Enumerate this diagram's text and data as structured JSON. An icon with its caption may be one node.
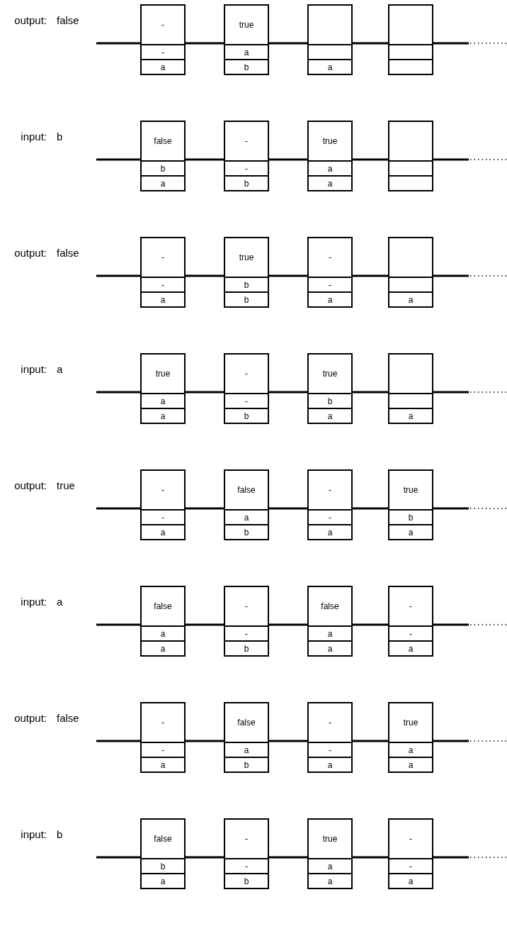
{
  "diagram": {
    "nodes": [
      {
        "text": [],
        "shape": "box"
      },
      {
        "text": [
          "-"
        ],
        "in": 0
      },
      {
        "text": [
          "-"
        ],
        "in": 0
      },
      {
        "text": [
          "a"
        ],
        "in": 0
      },
      {
        "text": [],
        "shape": "box"
      },
      {
        "text": [
          "true"
        ],
        "in": 4
      },
      {
        "text": [
          "a"
        ],
        "in": 4
      },
      {
        "text": [
          "b"
        ],
        "in": 4
      },
      {
        "text": [],
        "shape": "box"
      },
      {
        "text": [],
        "shape": "box",
        "in": 8
      },
      {
        "text": [],
        "shape": "box",
        "in": 8
      },
      {
        "text": [
          "a"
        ],
        "in": 8
      },
      {
        "text": [],
        "shape": "box"
      },
      {
        "text": [],
        "shape": "box",
        "in": 12
      },
      {
        "text": [],
        "shape": "box",
        "in": 12
      },
      {
        "text": [],
        "shape": "box",
        "in": 12
      },
      {
        "text": [],
        "shape": "box"
      },
      {
        "text": [
          "false"
        ],
        "in": 16
      },
      {
        "text": [
          "b"
        ],
        "in": 16
      },
      {
        "text": [
          "a"
        ],
        "in": 16
      },
      {
        "text": [],
        "shape": "box"
      },
      {
        "text": [
          "-"
        ],
        "in": 20
      },
      {
        "text": [
          "-"
        ],
        "in": 20
      },
      {
        "text": [
          "b"
        ],
        "in": 20
      },
      {
        "text": [],
        "shape": "box"
      },
      {
        "text": [
          "true"
        ],
        "in": 24
      },
      {
        "text": [
          "a"
        ],
        "in": 24
      },
      {
        "text": [
          "a"
        ],
        "in": 24
      },
      {
        "text": [],
        "shape": "box"
      },
      {
        "text": [],
        "shape": "box",
        "in": 28
      },
      {
        "text": [],
        "shape": "box",
        "in": 28
      },
      {
        "text": [],
        "shape": "box",
        "in": 28
      },
      {
        "text": [],
        "shape": "box"
      },
      {
        "text": [
          "-"
        ],
        "in": 32
      },
      {
        "text": [
          "-"
        ],
        "in": 32
      },
      {
        "text": [
          "a"
        ],
        "in": 32
      },
      {
        "text": [],
        "shape": "box"
      },
      {
        "text": [
          "true"
        ],
        "in": 36
      },
      {
        "text": [
          "b"
        ],
        "in": 36
      },
      {
        "text": [
          "b"
        ],
        "in": 36
      },
      {
        "text": [],
        "shape": "box"
      },
      {
        "text": [
          "-"
        ],
        "in": 40
      },
      {
        "text": [
          "-"
        ],
        "in": 40
      },
      {
        "text": [
          "a"
        ],
        "in": 40
      },
      {
        "text": [],
        "shape": "box"
      },
      {
        "text": [],
        "shape": "box",
        "in": 44
      },
      {
        "text": [],
        "shape": "box",
        "in": 44
      },
      {
        "text": [
          "a"
        ],
        "in": 44
      },
      {
        "text": [],
        "shape": "box"
      },
      {
        "text": [
          "true"
        ],
        "in": 48
      },
      {
        "text": [
          "a"
        ],
        "in": 48
      },
      {
        "text": [
          "a"
        ],
        "in": 48
      },
      {
        "text": [],
        "shape": "box"
      },
      {
        "text": [
          "-"
        ],
        "in": 52
      },
      {
        "text": [
          "-"
        ],
        "in": 52
      },
      {
        "text": [
          "b"
        ],
        "in": 52
      },
      {
        "text": [],
        "shape": "box"
      },
      {
        "text": [
          "true"
        ],
        "in": 56
      },
      {
        "text": [
          "b"
        ],
        "in": 56
      },
      {
        "text": [
          "a"
        ],
        "in": 56
      },
      {
        "text": [],
        "shape": "box"
      },
      {
        "text": [],
        "shape": "box",
        "in": 60
      },
      {
        "text": [],
        "shape": "box",
        "in": 60
      },
      {
        "text": [
          "a"
        ],
        "in": 60
      },
      {
        "text": [],
        "shape": "box"
      },
      {
        "text": [
          "-"
        ],
        "in": 64
      },
      {
        "text": [
          "-"
        ],
        "in": 64
      },
      {
        "text": [
          "a"
        ],
        "in": 64
      },
      {
        "text": [],
        "shape": "box"
      },
      {
        "text": [
          "false"
        ],
        "in": 68
      },
      {
        "text": [
          "a"
        ],
        "in": 68
      },
      {
        "text": [
          "b"
        ],
        "in": 68
      },
      {
        "text": [],
        "shape": "box"
      },
      {
        "text": [
          "-"
        ],
        "in": 72
      },
      {
        "text": [
          "-"
        ],
        "in": 72
      },
      {
        "text": [
          "a"
        ],
        "in": 72
      },
      {
        "text": [],
        "shape": "box"
      },
      {
        "text": [
          "true"
        ],
        "in": 76
      },
      {
        "text": [
          "b"
        ],
        "in": 76
      },
      {
        "text": [
          "a"
        ],
        "in": 76
      },
      {
        "text": [],
        "shape": "box"
      },
      {
        "text": [
          "false"
        ],
        "in": 80
      },
      {
        "text": [
          "a"
        ],
        "in": 80
      },
      {
        "text": [
          "a"
        ],
        "in": 80
      },
      {
        "text": [],
        "shape": "box"
      },
      {
        "text": [
          "-"
        ],
        "in": 84
      },
      {
        "text": [
          "-"
        ],
        "in": 84
      },
      {
        "text": [
          "b"
        ],
        "in": 84
      },
      {
        "text": [],
        "shape": "box"
      },
      {
        "text": [
          "false"
        ],
        "in": 88
      },
      {
        "text": [
          "a"
        ],
        "in": 88
      },
      {
        "text": [
          "a"
        ],
        "in": 88
      },
      {
        "text": [],
        "shape": "box"
      },
      {
        "text": [
          "-"
        ],
        "in": 92
      },
      {
        "text": [
          "-"
        ],
        "in": 92
      },
      {
        "text": [
          "a"
        ],
        "in": 92
      },
      {
        "text": [],
        "shape": "box"
      },
      {
        "text": [
          "-"
        ],
        "in": 96
      },
      {
        "text": [
          "-"
        ],
        "in": 96
      },
      {
        "text": [
          "a"
        ],
        "in": 96
      },
      {
        "text": [],
        "shape": "box"
      },
      {
        "text": [
          "false"
        ],
        "in": 100
      },
      {
        "text": [
          "a"
        ],
        "in": 100
      },
      {
        "text": [
          "b"
        ],
        "in": 100
      },
      {
        "text": [],
        "shape": "box"
      },
      {
        "text": [
          "-"
        ],
        "in": 104
      },
      {
        "text": [
          "-"
        ],
        "in": 104
      },
      {
        "text": [
          "a"
        ],
        "in": 104
      },
      {
        "text": [],
        "shape": "box"
      },
      {
        "text": [
          "true"
        ],
        "in": 108
      },
      {
        "text": [
          "a"
        ],
        "in": 108
      },
      {
        "text": [
          "a"
        ],
        "in": 108
      },
      {
        "text": [],
        "shape": "box"
      },
      {
        "text": [
          "false"
        ],
        "in": 112
      },
      {
        "text": [
          "b"
        ],
        "in": 112
      },
      {
        "text": [
          "a"
        ],
        "in": 112
      },
      {
        "text": [],
        "shape": "box"
      },
      {
        "text": [
          "-"
        ],
        "in": 116
      },
      {
        "text": [
          "-"
        ],
        "in": 116
      },
      {
        "text": [
          "b"
        ],
        "in": 116
      },
      {
        "text": [],
        "shape": "box"
      },
      {
        "text": [
          "true"
        ],
        "in": 120
      },
      {
        "text": [
          "a"
        ],
        "in": 120
      },
      {
        "text": [
          "a"
        ],
        "in": 120
      },
      {
        "text": [],
        "shape": "box"
      },
      {
        "text": [
          "-"
        ],
        "in": 124
      },
      {
        "text": [
          "-"
        ],
        "in": 124
      },
      {
        "text": [
          "a"
        ],
        "in": 124
      }
    ],
    "labels": [
      "output:",
      "false",
      "input:",
      "b",
      "output:",
      "false",
      "input:",
      "a",
      "output:",
      "true",
      "input:",
      "a",
      "output:",
      "false",
      "input:",
      "b"
    ]
  }
}
